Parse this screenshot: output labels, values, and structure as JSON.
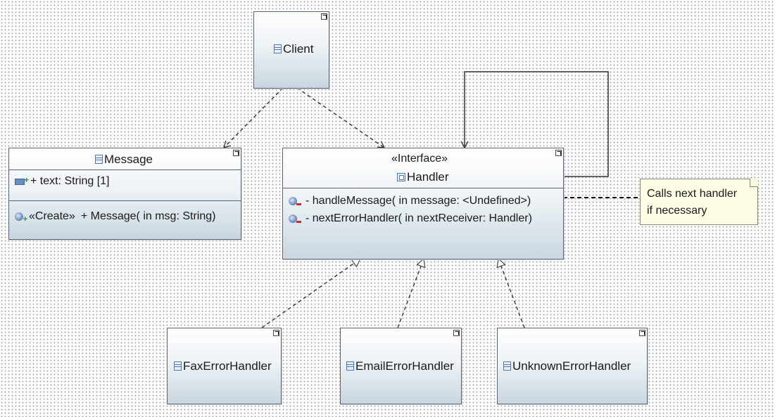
{
  "diagram": {
    "nodes": {
      "client": {
        "name": "Client"
      },
      "message": {
        "name": "Message",
        "attributes": [
          {
            "text": "+ text: String [1]"
          }
        ],
        "operations": [
          {
            "stereotype": "«Create»",
            "text": "+ Message(  in msg: String)"
          }
        ]
      },
      "handler": {
        "stereotype": "«Interface»",
        "name": "Handler",
        "operations": [
          {
            "text": "- handleMessage(  in message: <Undefined>)"
          },
          {
            "text": "- nextErrorHandler(  in nextReceiver: Handler)"
          }
        ]
      },
      "fax": {
        "name": "FaxErrorHandler"
      },
      "email": {
        "name": "EmailErrorHandler"
      },
      "unknown": {
        "name": "UnknownErrorHandler"
      }
    },
    "note": {
      "lines": [
        "Calls next handler",
        "if necessary"
      ]
    },
    "edges": [
      {
        "from": "Client",
        "to": "Message",
        "kind": "dependency"
      },
      {
        "from": "Client",
        "to": "Handler",
        "kind": "dependency"
      },
      {
        "from": "Handler",
        "to": "Handler",
        "kind": "association"
      },
      {
        "from": "FaxErrorHandler",
        "to": "Handler",
        "kind": "realization"
      },
      {
        "from": "EmailErrorHandler",
        "to": "Handler",
        "kind": "realization"
      },
      {
        "from": "UnknownErrorHandler",
        "to": "Handler",
        "kind": "realization"
      },
      {
        "from": "Note",
        "to": "handleMessage",
        "kind": "note-anchor"
      }
    ],
    "colors": {
      "border": "#5a6472",
      "fill_top": "#ffffff",
      "fill_bottom": "#c9d6df",
      "note_fill": "#fdfde6",
      "icon_blue": "#4a78c4"
    }
  }
}
